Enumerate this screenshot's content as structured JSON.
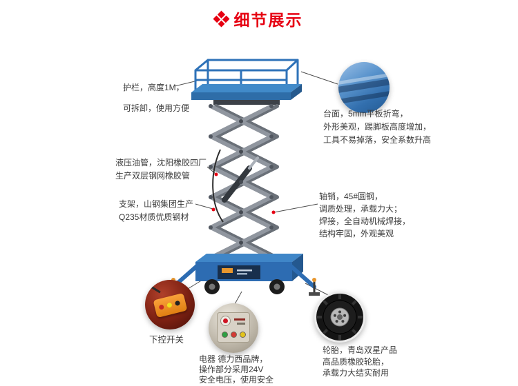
{
  "page": {
    "title": "细节展示"
  },
  "colors": {
    "accent": "#e60012",
    "machine_blue": "#2d6cb2",
    "scissor_gray": "#90969f",
    "remote_orange": "#f08c1e",
    "text": "#3b3b3b"
  },
  "annotations": {
    "guardrail": {
      "line1": "护栏，高度1M，",
      "line2": "可拆卸，使用方便"
    },
    "platform": {
      "line1": "台面，5mm平板折弯，",
      "line2": "外形美观，踢脚板高度增加，",
      "line3": "工具不易掉落，安全系数升高"
    },
    "hydraulic_hose": {
      "line1": "液压油管，沈阳橡胶四厂",
      "line2": "生产双层钢网橡胶管"
    },
    "frame": {
      "line1": "支架，山钢集团生产",
      "line2": "Q235材质优质钢材"
    },
    "axle_pin": {
      "line1": "轴销，45#圆钢，",
      "line2": "调质处理，承载力大；",
      "line3": "焊接，全自动机械焊接，",
      "line4": "结构牢固，外观美观"
    },
    "lower_control": {
      "label": "下控开关"
    },
    "electric": {
      "line1": "电器 德力西品牌，",
      "line2": "操作部分采用24V",
      "line3": "安全电压，使用安全"
    },
    "tire": {
      "line1": "轮胎，青岛双星产品",
      "line2": "高品质橡胶轮胎，",
      "line3": "承载力大结实耐用"
    }
  },
  "callouts": {
    "platform_detail": "platform-closeup",
    "remote_control": "remote-control-closeup",
    "control_panel": "control-panel-closeup",
    "tire_detail": "tire-closeup"
  }
}
